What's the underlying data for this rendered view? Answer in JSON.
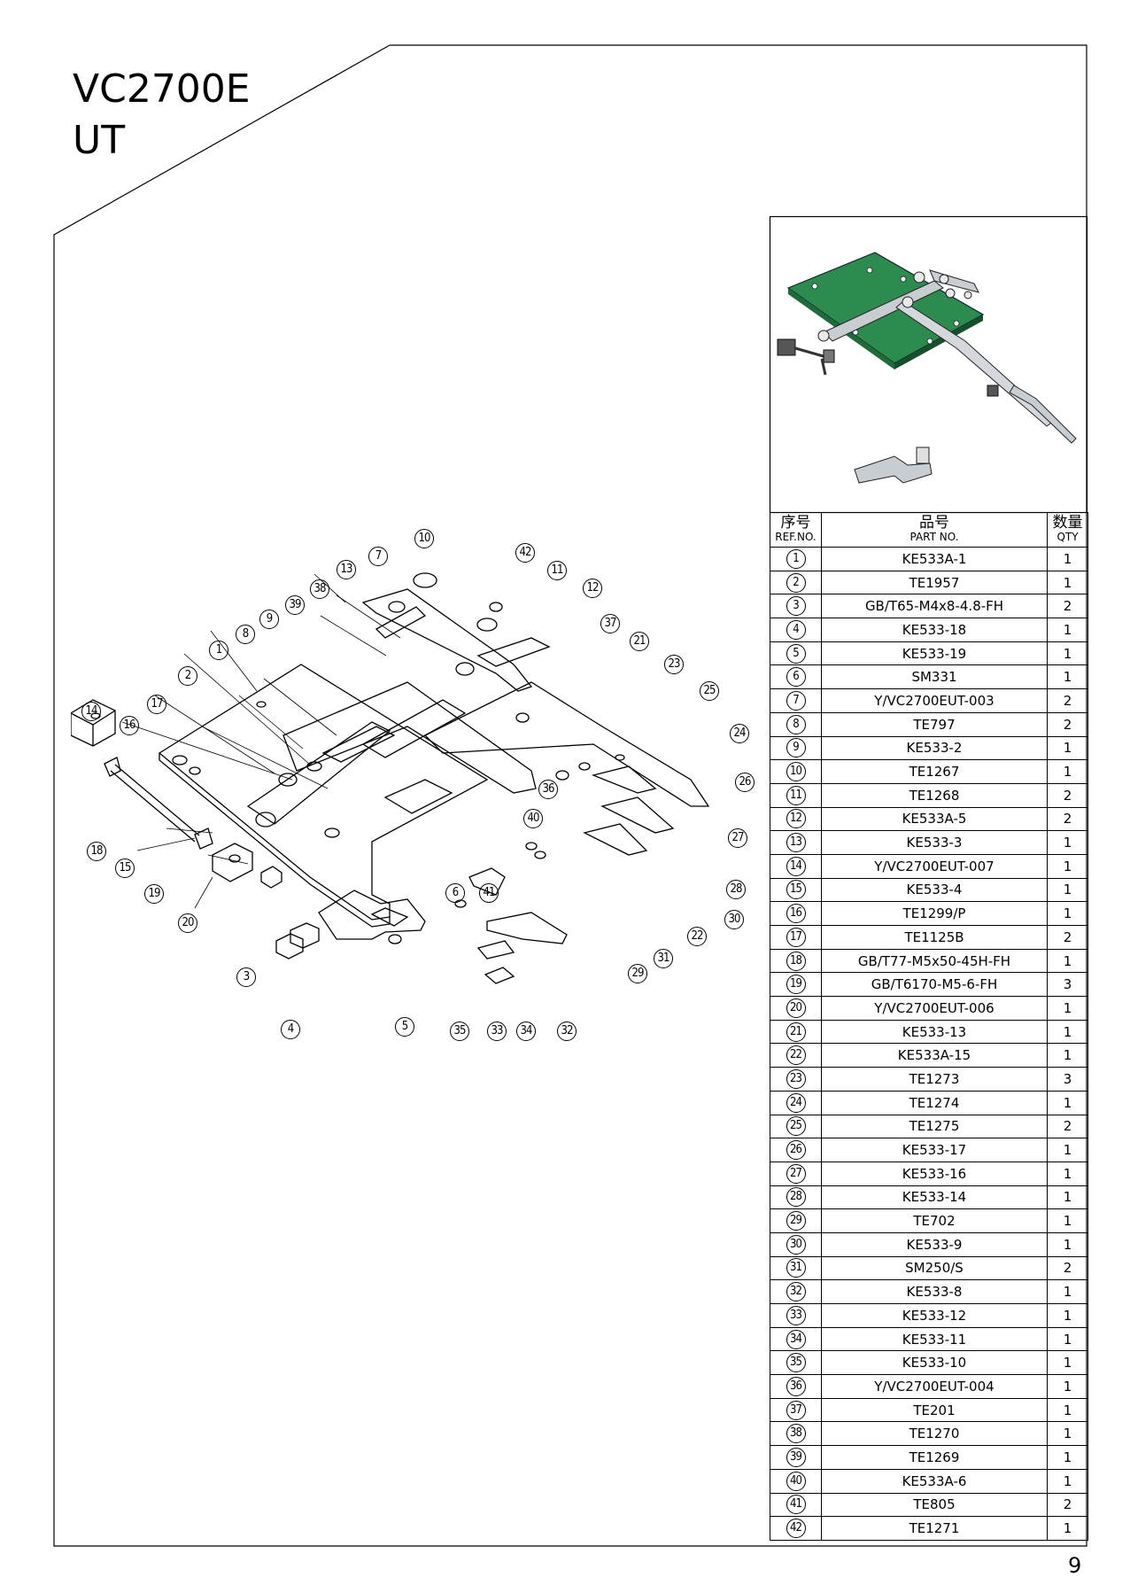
{
  "header": {
    "model": "VC2700E",
    "subtitle": "UT"
  },
  "page_number": "9",
  "table": {
    "headers": {
      "ref_zh": "序号",
      "ref_en": "REF.NO.",
      "part_zh": "品号",
      "part_en": "PART NO.",
      "qty_zh": "数量",
      "qty_en": "QTY"
    },
    "rows": [
      {
        "ref": "1",
        "part": "KE533A-1",
        "qty": "1"
      },
      {
        "ref": "2",
        "part": "TE1957",
        "qty": "1"
      },
      {
        "ref": "3",
        "part": "GB/T65-M4x8-4.8-FH",
        "qty": "2"
      },
      {
        "ref": "4",
        "part": "KE533-18",
        "qty": "1"
      },
      {
        "ref": "5",
        "part": "KE533-19",
        "qty": "1"
      },
      {
        "ref": "6",
        "part": "SM331",
        "qty": "1"
      },
      {
        "ref": "7",
        "part": "Y/VC2700EUT-003",
        "qty": "2"
      },
      {
        "ref": "8",
        "part": "TE797",
        "qty": "2"
      },
      {
        "ref": "9",
        "part": "KE533-2",
        "qty": "1"
      },
      {
        "ref": "10",
        "part": "TE1267",
        "qty": "1"
      },
      {
        "ref": "11",
        "part": "TE1268",
        "qty": "2"
      },
      {
        "ref": "12",
        "part": "KE533A-5",
        "qty": "2"
      },
      {
        "ref": "13",
        "part": "KE533-3",
        "qty": "1"
      },
      {
        "ref": "14",
        "part": "Y/VC2700EUT-007",
        "qty": "1"
      },
      {
        "ref": "15",
        "part": "KE533-4",
        "qty": "1"
      },
      {
        "ref": "16",
        "part": "TE1299/P",
        "qty": "1"
      },
      {
        "ref": "17",
        "part": "TE1125B",
        "qty": "2"
      },
      {
        "ref": "18",
        "part": "GB/T77-M5x50-45H-FH",
        "qty": "1"
      },
      {
        "ref": "19",
        "part": "GB/T6170-M5-6-FH",
        "qty": "3"
      },
      {
        "ref": "20",
        "part": "Y/VC2700EUT-006",
        "qty": "1"
      },
      {
        "ref": "21",
        "part": "KE533-13",
        "qty": "1"
      },
      {
        "ref": "22",
        "part": "KE533A-15",
        "qty": "1"
      },
      {
        "ref": "23",
        "part": "TE1273",
        "qty": "3"
      },
      {
        "ref": "24",
        "part": "TE1274",
        "qty": "1"
      },
      {
        "ref": "25",
        "part": "TE1275",
        "qty": "2"
      },
      {
        "ref": "26",
        "part": "KE533-17",
        "qty": "1"
      },
      {
        "ref": "27",
        "part": "KE533-16",
        "qty": "1"
      },
      {
        "ref": "28",
        "part": "KE533-14",
        "qty": "1"
      },
      {
        "ref": "29",
        "part": "TE702",
        "qty": "1"
      },
      {
        "ref": "30",
        "part": "KE533-9",
        "qty": "1"
      },
      {
        "ref": "31",
        "part": "SM250/S",
        "qty": "2"
      },
      {
        "ref": "32",
        "part": "KE533-8",
        "qty": "1"
      },
      {
        "ref": "33",
        "part": "KE533-12",
        "qty": "1"
      },
      {
        "ref": "34",
        "part": "KE533-11",
        "qty": "1"
      },
      {
        "ref": "35",
        "part": "KE533-10",
        "qty": "1"
      },
      {
        "ref": "36",
        "part": "Y/VC2700EUT-004",
        "qty": "1"
      },
      {
        "ref": "37",
        "part": "TE201",
        "qty": "1"
      },
      {
        "ref": "38",
        "part": "TE1270",
        "qty": "1"
      },
      {
        "ref": "39",
        "part": "TE1269",
        "qty": "1"
      },
      {
        "ref": "40",
        "part": "KE533A-6",
        "qty": "1"
      },
      {
        "ref": "41",
        "part": "TE805",
        "qty": "2"
      },
      {
        "ref": "42",
        "part": "TE1271",
        "qty": "1"
      }
    ]
  },
  "callouts": [
    "1",
    "2",
    "3",
    "4",
    "5",
    "6",
    "7",
    "8",
    "9",
    "10",
    "11",
    "12",
    "13",
    "14",
    "15",
    "16",
    "17",
    "18",
    "19",
    "20",
    "21",
    "22",
    "23",
    "24",
    "25",
    "26",
    "27",
    "28",
    "29",
    "30",
    "31",
    "32",
    "33",
    "34",
    "35",
    "36",
    "37",
    "38",
    "39",
    "40",
    "41",
    "42"
  ],
  "colors": {
    "line": "#000000",
    "plate_green": "#2e8b4f",
    "plate_green_dark": "#1f6b3a",
    "metal": "#c8cdd2"
  },
  "icons": {
    "preview": "assembly-preview-illustration",
    "diagram": "exploded-parts-diagram"
  }
}
